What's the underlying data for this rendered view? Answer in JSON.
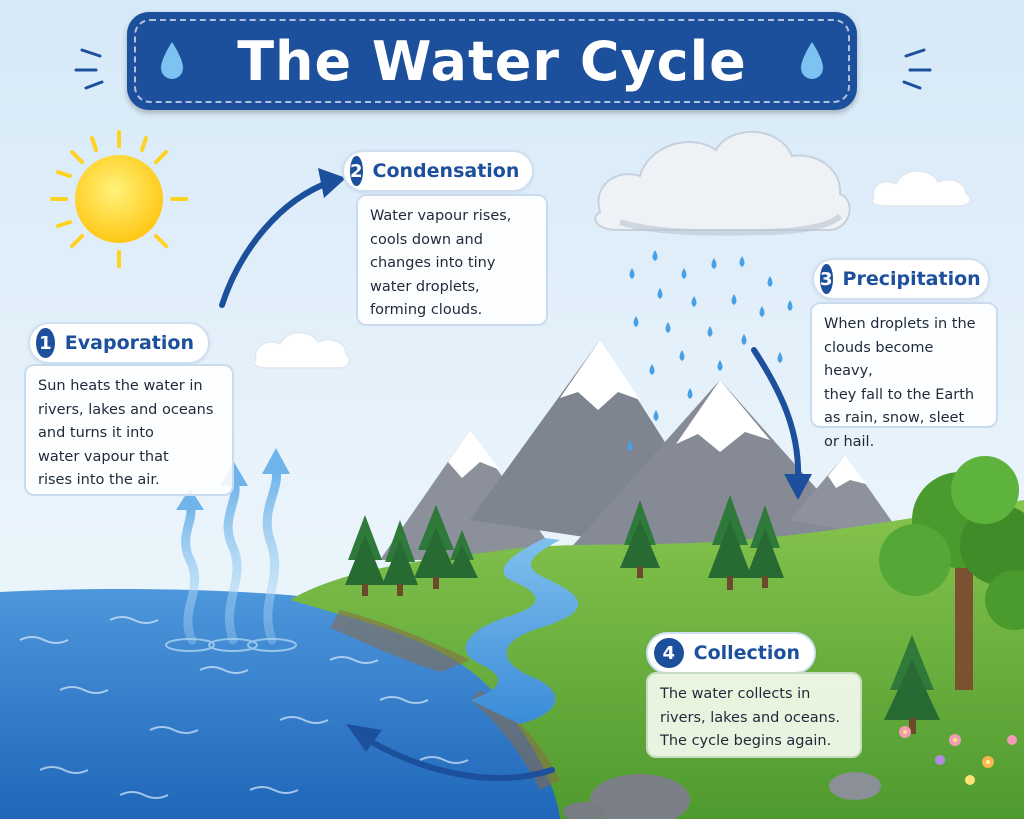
{
  "title": "The Water Cycle",
  "steps": [
    {
      "number": "1",
      "name": "Evaporation",
      "text": "Sun heats the water in\nrivers, lakes and oceans\nand turns it into\nwater vapour that\nrises into the air."
    },
    {
      "number": "2",
      "name": "Condensation",
      "text": "Water vapour rises,\ncools down and\nchanges into tiny\nwater droplets,\nforming clouds."
    },
    {
      "number": "3",
      "name": "Precipitation",
      "text": "When droplets in the\nclouds become heavy,\nthey fall to the Earth\nas rain, snow, sleet\nor hail."
    },
    {
      "number": "4",
      "name": "Collection",
      "text": "The water collects in\nrivers, lakes and oceans.\nThe cycle begins again."
    }
  ],
  "colors": {
    "banner": "#1c4f9c",
    "ocean": "#2f7fd0",
    "grass": "#5fae3a",
    "mountain": "#8a8f9a",
    "snow": "#ffffff",
    "sun": "#ffd21f",
    "arrow": "#1c4f9c"
  },
  "icons": [
    "sun-icon",
    "cloud-icon",
    "raindrop-icon",
    "mountain-icon",
    "tree-icon",
    "arrow-icon",
    "flower-icon",
    "rock-icon"
  ]
}
